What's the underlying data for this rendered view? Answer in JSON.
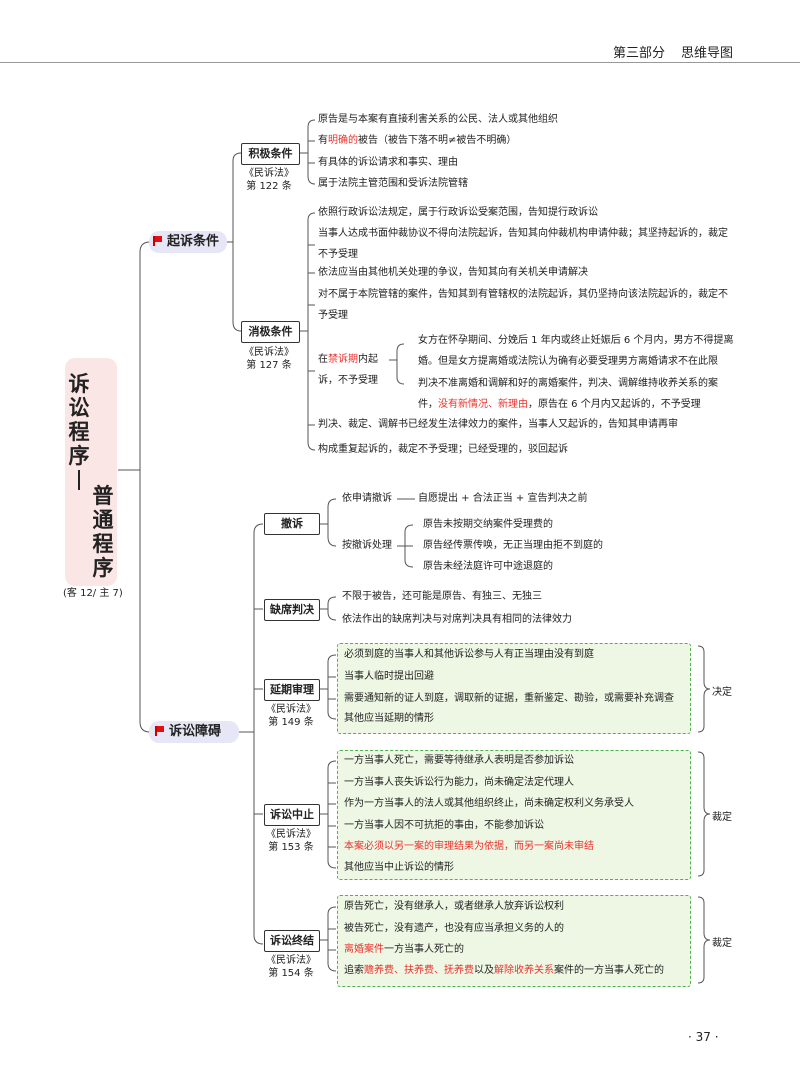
{
  "header": {
    "part": "第三部分",
    "title": "思维导图"
  },
  "page_number": "· 37 ·",
  "root": {
    "col1": [
      "诉",
      "讼",
      "程",
      "序"
    ],
    "dash": "——",
    "col2": [
      "普",
      "通",
      "程",
      "序"
    ],
    "note": "(客 12/ 主 7)"
  },
  "qisu": {
    "label": "起诉条件",
    "jiji": {
      "label": "积极条件",
      "law": "《民诉法》",
      "article": "第 122 条",
      "items": {
        "i1": "原告是与本案有直接利害关系的公民、法人或其他组织",
        "i2_a": "有",
        "i2_red": "明确的",
        "i2_b": "被告（被告下落不明≠被告不明确）",
        "i3": "有具体的诉讼请求和事实、理由",
        "i4": "属于法院主管范围和受诉法院管辖"
      }
    },
    "xiaoji": {
      "label": "消极条件",
      "law": "《民诉法》",
      "article": "第 127 条",
      "items": {
        "i1": "依照行政诉讼法规定，属于行政诉讼受案范围，告知提行政诉讼",
        "i2": "当事人达成书面仲裁协议不得向法院起诉，告知其向仲裁机构申请仲裁；其坚持起诉的，裁定不予受理",
        "i3": "依法应当由其他机关处理的争议，告知其向有关机关申请解决",
        "i4": "对不属于本院管辖的案件，告知其到有管辖权的法院起诉，其仍坚持向该法院起诉的，裁定不予受理",
        "i5_a": "在",
        "i5_red": "禁诉期",
        "i5_b": "内起诉，不予受理",
        "i5_sub1": "女方在怀孕期间、分娩后 1 年内或终止妊娠后 6 个月内，男方不得提离婚。但是女方提离婚或法院认为确有必要受理男方离婚请求不在此限",
        "i5_sub2_a": "判决不准离婚和调解和好的离婚案件，判决、调解维持收养关系的案件，",
        "i5_sub2_red": "没有新情况、新理由",
        "i5_sub2_b": "，原告在 6 个月内又起诉的，不予受理",
        "i6": "判决、裁定、调解书已经发生法律效力的案件，当事人又起诉的，告知其申请再审",
        "i7": "构成重复起诉的，裁定不予受理；已经受理的，驳回起诉"
      }
    }
  },
  "zhangai": {
    "label": "诉讼障碍",
    "chesu": {
      "label": "撤诉",
      "shenqing": "依申请撤诉",
      "shenqing_detail": "自愿提出 + 合法正当 + 宣告判决之前",
      "anchesu": "按撤诉处理",
      "an_items": [
        "原告未按期交纳案件受理费的",
        "原告经传票传唤，无正当理由拒不到庭的",
        "原告未经法庭许可中途退庭的"
      ]
    },
    "quexi": {
      "label": "缺席判决",
      "items": [
        "不限于被告，还可能是原告、有独三、无独三",
        "依法作出的缺席判决与对席判决具有相同的法律效力"
      ]
    },
    "yanqi": {
      "label": "延期审理",
      "law": "《民诉法》",
      "article": "第 149 条",
      "result": "决定",
      "items": [
        "必须到庭的当事人和其他诉讼参与人有正当理由没有到庭",
        "当事人临时提出回避",
        "需要通知新的证人到庭，调取新的证据，重新鉴定、勘验，或需要补充调查",
        "其他应当延期的情形"
      ]
    },
    "zhongzhi": {
      "label": "诉讼中止",
      "law": "《民诉法》",
      "article": "第 153 条",
      "result": "裁定",
      "items": [
        "一方当事人死亡，需要等待继承人表明是否参加诉讼",
        "一方当事人丧失诉讼行为能力，尚未确定法定代理人",
        "作为一方当事人的法人或其他组织终止，尚未确定权利义务承受人",
        "一方当事人因不可抗拒的事由，不能参加诉讼"
      ],
      "item_red": "本案必须以另一案的审理结果为依据，而另一案尚未审结",
      "item_last": "其他应当中止诉讼的情形"
    },
    "zhongjie": {
      "label": "诉讼终结",
      "law": "《民诉法》",
      "article": "第 154 条",
      "result": "裁定",
      "i1": "原告死亡，没有继承人，或者继承人放弃诉讼权利",
      "i2": "被告死亡，没有遗产，也没有应当承担义务的人的",
      "i3_red": "离婚案件",
      "i3_b": "一方当事人死亡的",
      "i4_a": "追索",
      "i4_red1": "赡养费、扶养费、抚养费",
      "i4_b": "以及",
      "i4_red2": "解除收养关系",
      "i4_c": "案件的一方当事人死亡的"
    }
  }
}
